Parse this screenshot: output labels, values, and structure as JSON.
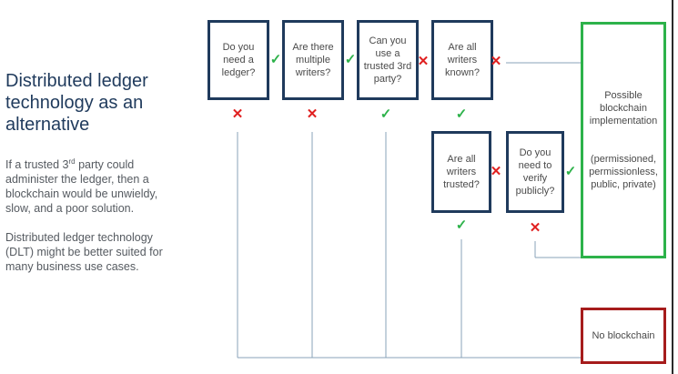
{
  "text": {
    "title": "Distributed ledger technology as an alternative",
    "para1_before": "If a trusted 3",
    "para1_sup": "rd",
    "para1_after": " party could administer the ledger, then a blockchain would be unwieldy, slow, and a poor solution.",
    "para2": "Distributed ledger technology (DLT) might be better suited for many business use cases."
  },
  "questions": {
    "q1": "Do you need a ledger?",
    "q2": "Are there multiple writers?",
    "q3": "Can you use a trusted 3rd party?",
    "q4": "Are all writers known?",
    "q5": "Are all writers trusted?",
    "q6": "Do you need to verify publicly?"
  },
  "outcomes": {
    "blockchain_title": "Possible blockchain implementation",
    "blockchain_types": "(permissioned, permissionless, public, private)",
    "no_blockchain": "No blockchain"
  },
  "symbols": {
    "check": "✓",
    "cross": "✕"
  },
  "colors": {
    "navy": "#1f3a5c",
    "green": "#2db24a",
    "dark_red": "#a61c1c",
    "red": "#e02020"
  }
}
